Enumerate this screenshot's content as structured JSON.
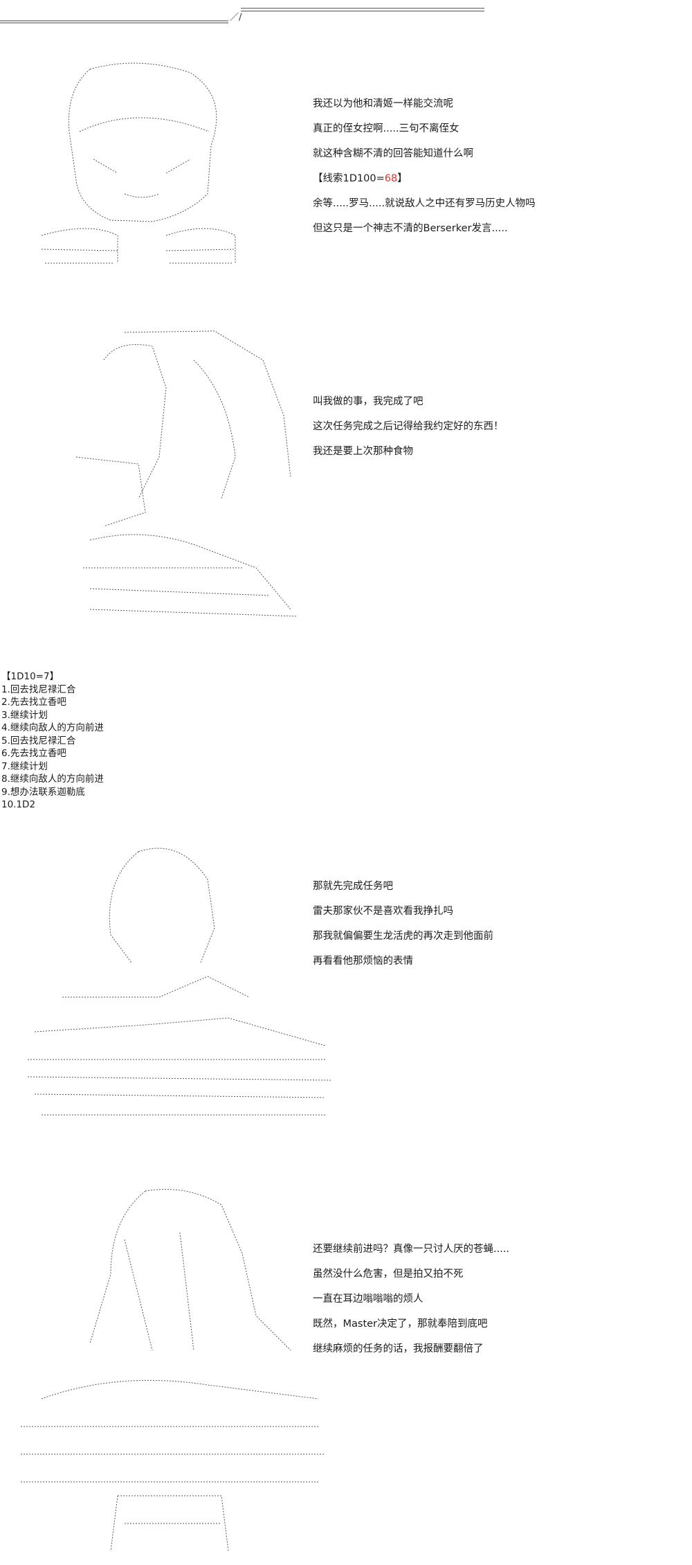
{
  "header": {
    "rule_mark": "／/"
  },
  "panel1": {
    "lines": [
      "我还以为他和清姬一样能交流呢",
      "真正的侄女控啊.....三句不离侄女",
      "就这种含糊不清的回答能知道什么啊"
    ],
    "roll_prefix": "【线索1D100=",
    "roll_value": "68",
    "roll_suffix": "】",
    "lines_after": [
      "余等.....罗马.....就说敌人之中还有罗马历史人物吗",
      "但这只是一个神志不清的Berserker发言....."
    ]
  },
  "panel2": {
    "lines": [
      "叫我做的事，我完成了吧",
      "这次任务完成之后记得给我约定好的东西！",
      "我还是要上次那种食物"
    ]
  },
  "choices": {
    "header": "【1D10=7】",
    "items": [
      "1.回去找尼禄汇合",
      "2.先去找立香吧",
      "3.继续计划",
      "4.继续向敌人的方向前进",
      "5.回去找尼禄汇合",
      "6.先去找立香吧",
      "7.继续计划",
      "8.继续向敌人的方向前进",
      "9.想办法联系迦勒底",
      "10.1D2"
    ]
  },
  "panel3": {
    "lines": [
      "那就先完成任务吧",
      "雷夫那家伙不是喜欢看我挣扎吗",
      "那我就偏偏要生龙活虎的再次走到他面前",
      "再看看他那烦恼的表情"
    ]
  },
  "panel4": {
    "lines": [
      "还要继续前进吗？真像一只讨人厌的苍蝇.....",
      "虽然没什么危害，但是拍又拍不死",
      "一直在耳边嗡嗡嗡的烦人",
      "既然，Master决定了，那就奉陪到底吧",
      "继续麻烦的任务的话，我报酬要翻倍了"
    ]
  },
  "colors": {
    "roll_value": "#e0332b",
    "art_stroke": "#555555"
  }
}
